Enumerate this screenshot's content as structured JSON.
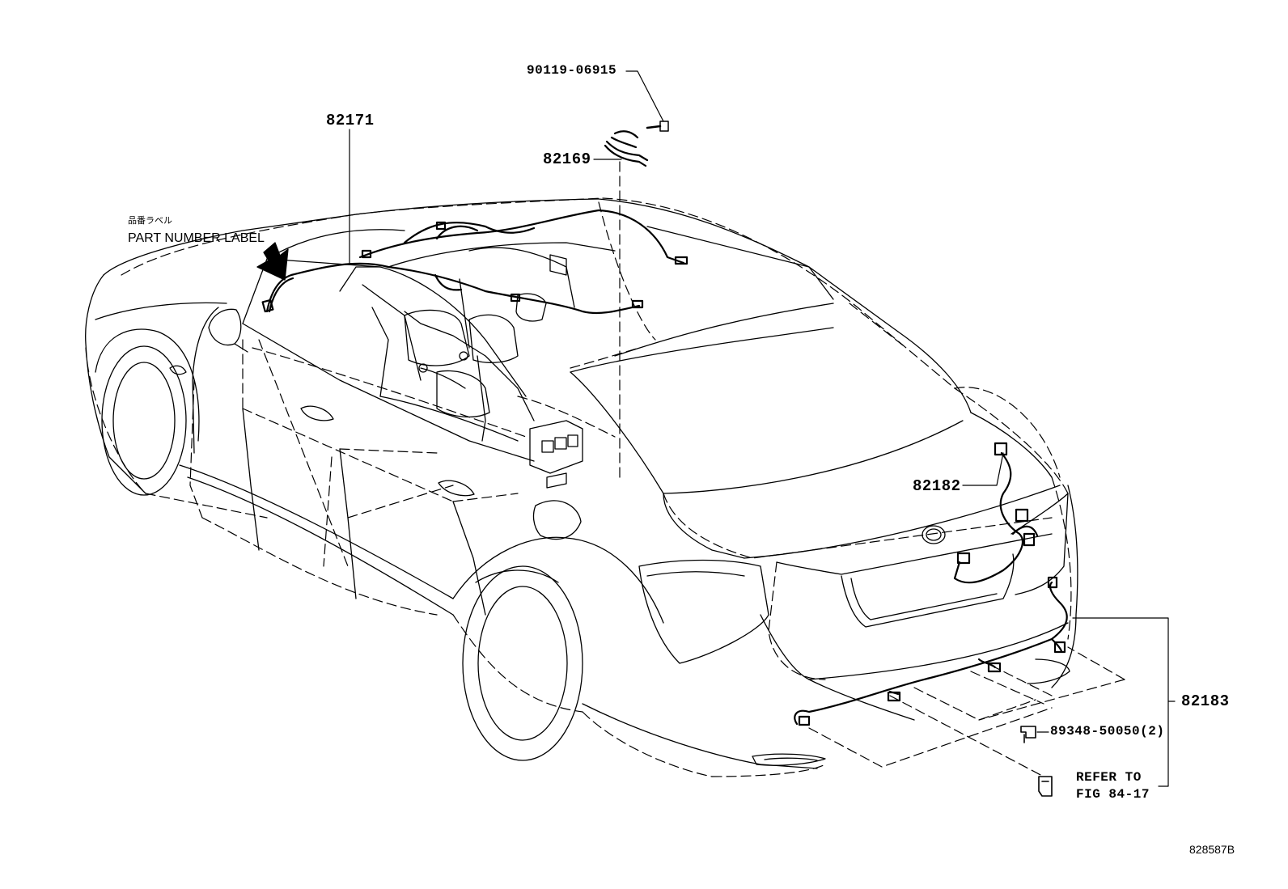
{
  "diagram": {
    "labels": {
      "bolt": "90119-06915",
      "part_82169": "82169",
      "part_82171": "82171",
      "jp_label": "品番ラベル",
      "part_number_label": "PART NUMBER LABEL",
      "part_82182": "82182",
      "part_82183": "82183",
      "clamp": "89348-50050(2)",
      "refer_to": "REFER TO",
      "fig_ref": "FIG 84-17",
      "figure_code": "828587B"
    },
    "line_color": "#000000",
    "background": "#ffffff"
  }
}
